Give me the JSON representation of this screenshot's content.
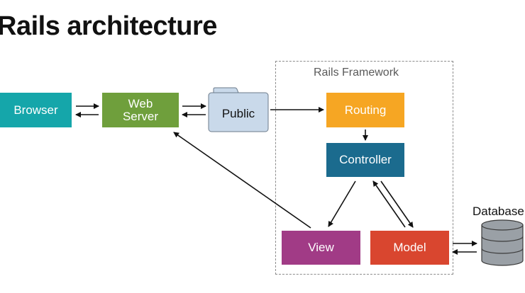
{
  "title": "Rails architecture",
  "framework_label": "Rails Framework",
  "nodes": {
    "browser": "Browser",
    "web_server_line1": "Web",
    "web_server_line2": "Server",
    "public": "Public",
    "routing": "Routing",
    "controller": "Controller",
    "view": "View",
    "model": "Model",
    "database": "Database"
  },
  "colors": {
    "browser": "#15a6aa",
    "web_server": "#6f9f3c",
    "public_folder": "#c9d9ea",
    "routing": "#f6a623",
    "controller": "#1b6b8e",
    "view": "#a13b86",
    "model": "#d9462f",
    "database": "#9aa0a6"
  }
}
